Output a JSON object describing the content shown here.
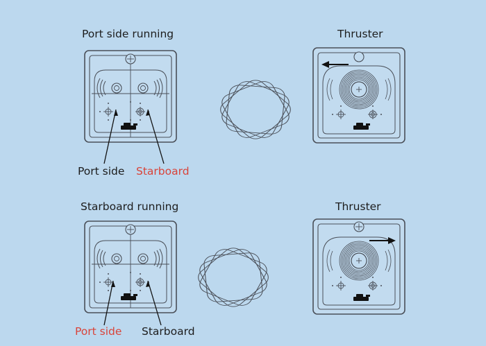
{
  "colors": {
    "background": "#bcd8ee",
    "panel_fill": "#c2dbef",
    "line": "#4a4f58",
    "text": "#1d1d1d",
    "highlight": "#d9443a"
  },
  "top": {
    "left_title": "Port side running",
    "right_title": "Thruster",
    "port_label": "Port side",
    "starboard_label": "Starboard",
    "highlighted": "starboard",
    "thruster_arrow": "left"
  },
  "bottom": {
    "left_title": "Starboard running",
    "right_title": "Thruster",
    "port_label": "Port side",
    "starboard_label": "Starboard",
    "highlighted": "port",
    "thruster_arrow": "right"
  },
  "icons": [
    "lever-icon",
    "arrow-left-icon",
    "arrow-right-icon",
    "crosshair-icon"
  ]
}
